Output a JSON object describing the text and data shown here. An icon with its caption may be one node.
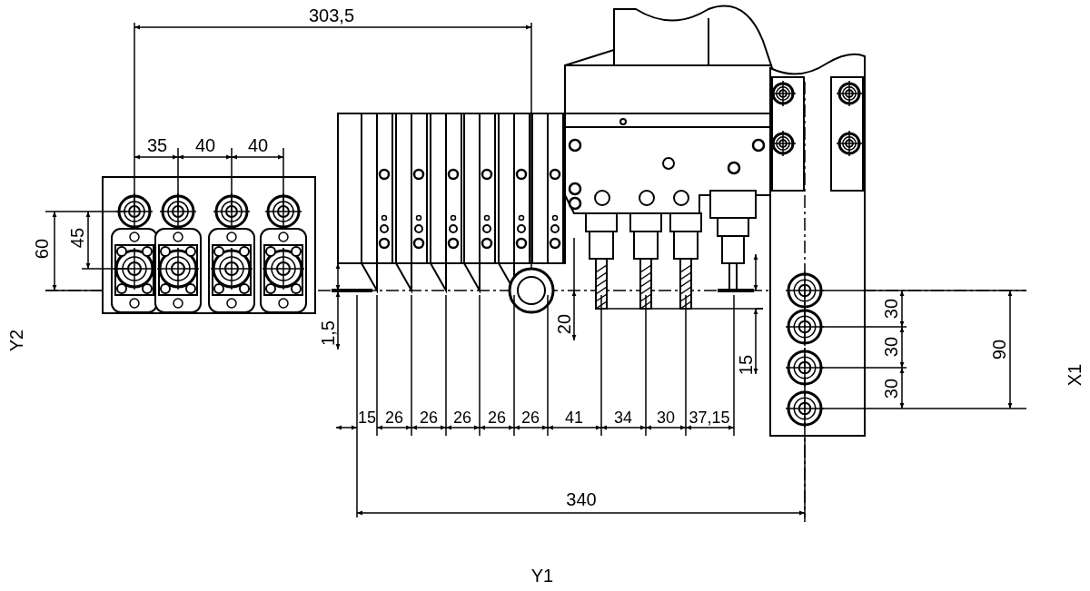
{
  "diagram": {
    "labels": [
      "303,5",
      "35",
      "40",
      "40",
      "60",
      "45",
      "Y2",
      "1,5",
      "20",
      "30",
      "30",
      "15",
      "30",
      "90",
      "X1",
      "15",
      "26",
      "26",
      "26",
      "26",
      "26",
      "41",
      "34",
      "30",
      "37,15",
      "340",
      "Y1"
    ]
  }
}
